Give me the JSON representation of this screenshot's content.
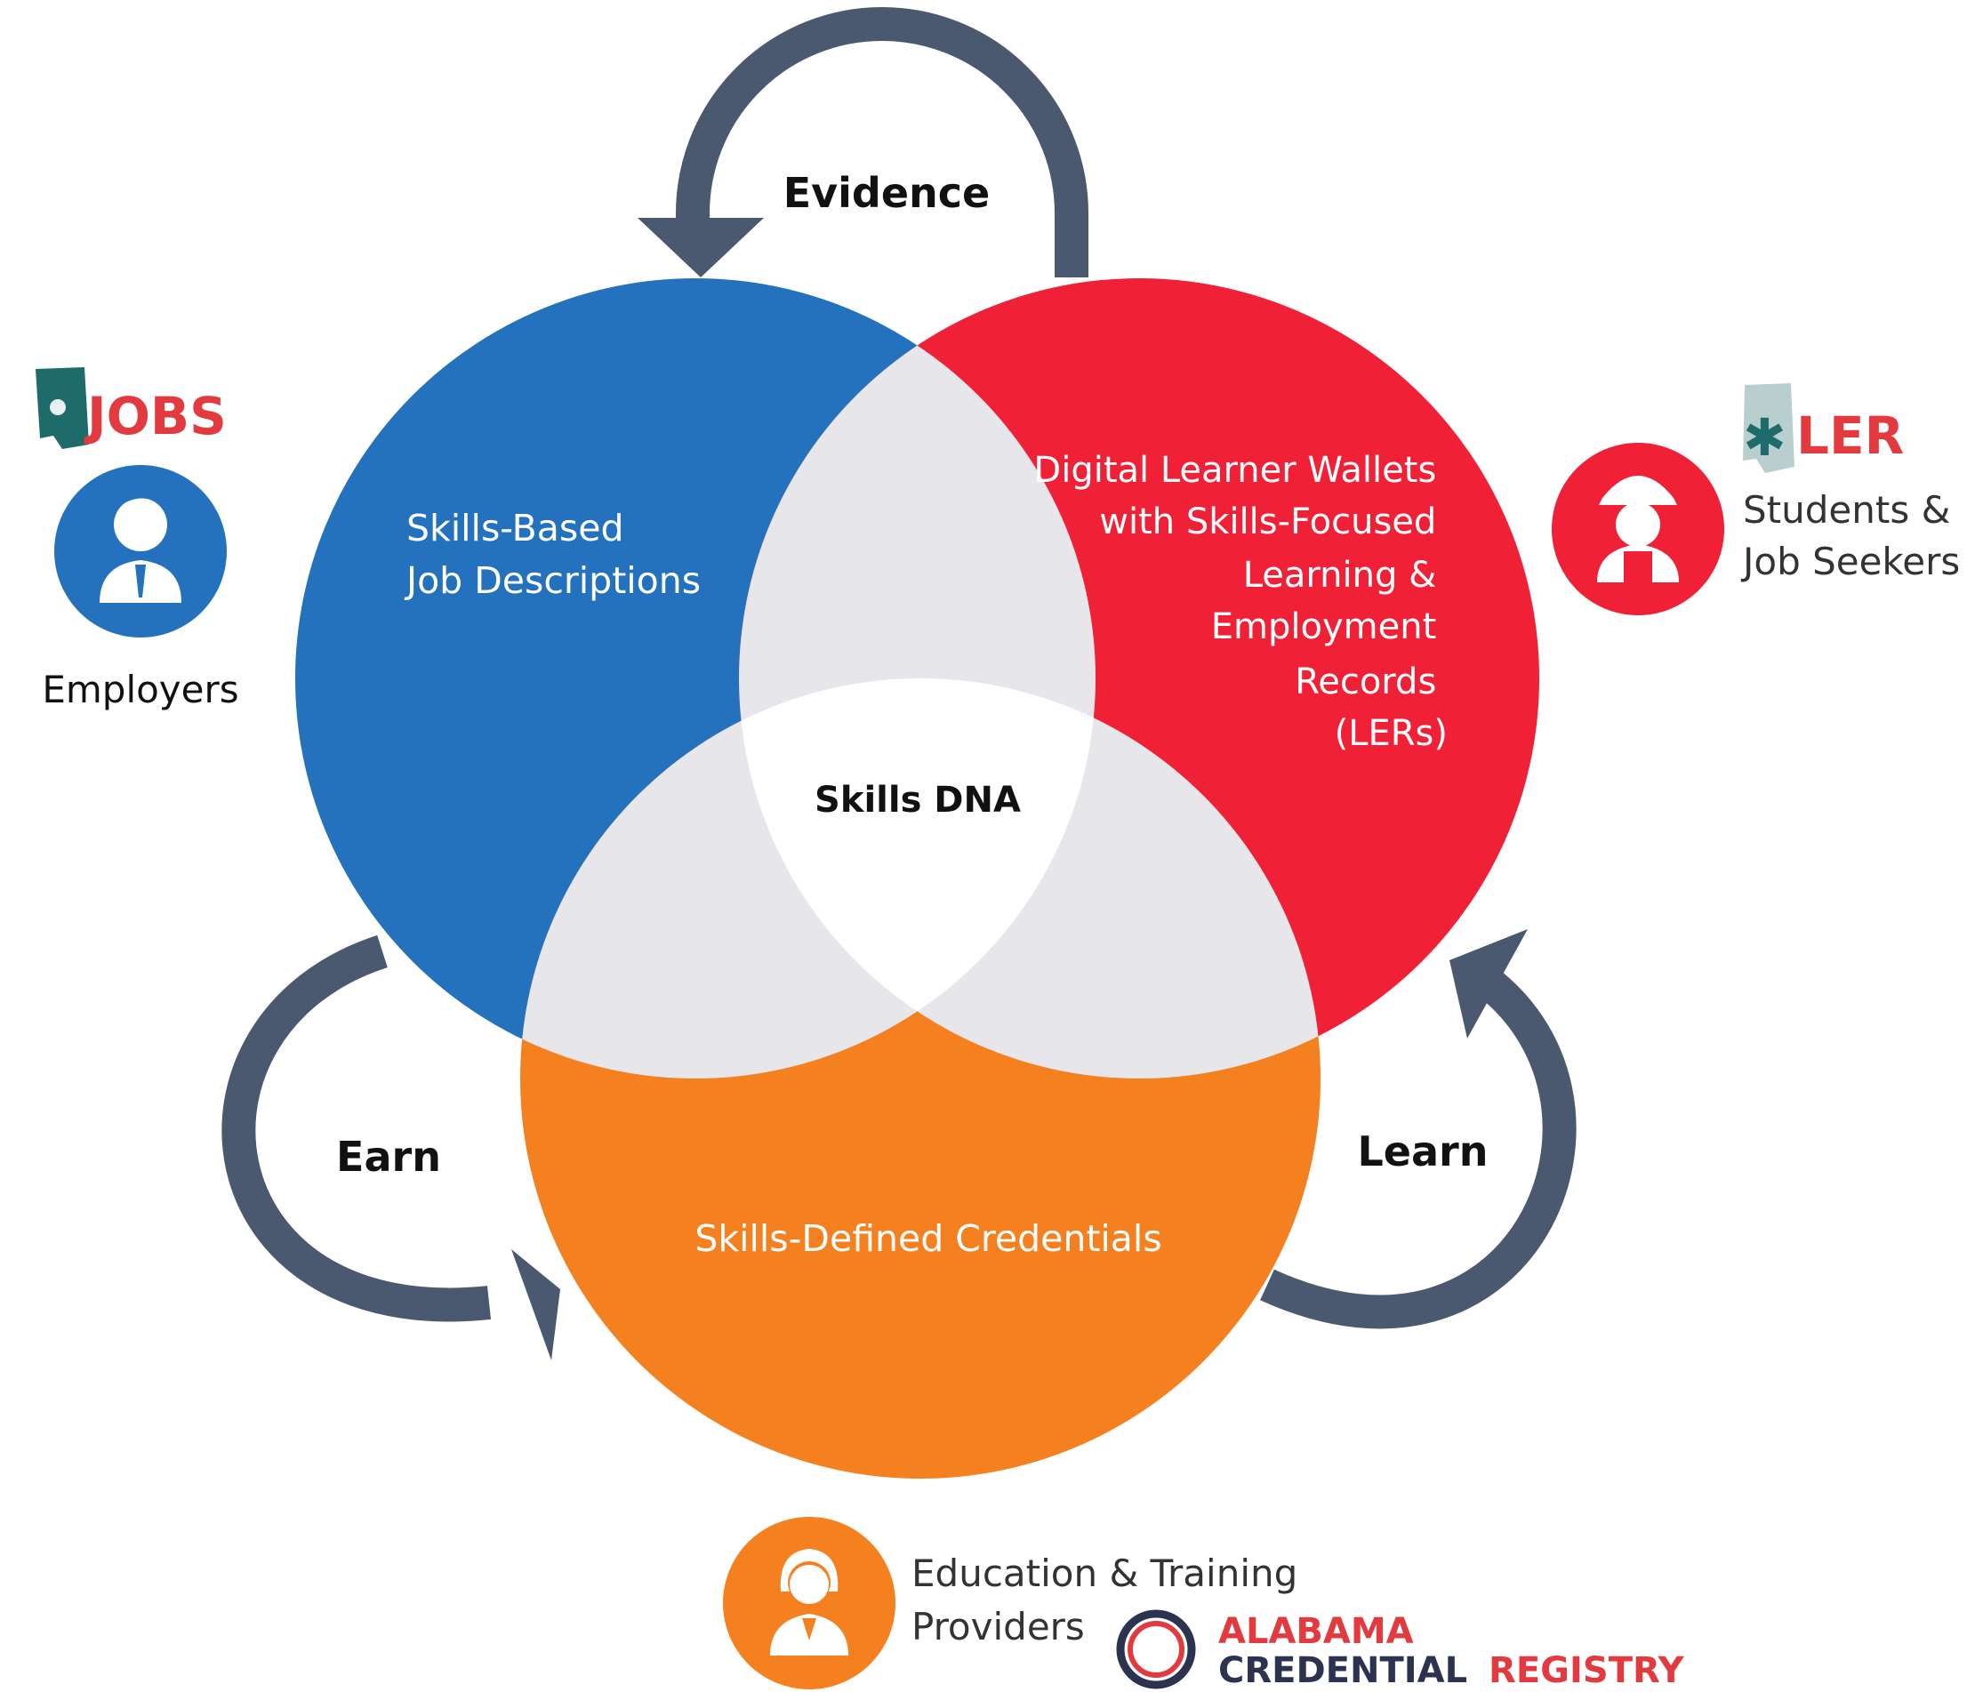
{
  "colors": {
    "blue": "#2471bd",
    "red": "#f02037",
    "orange": "#f48020",
    "overlap": "#e6e6eb",
    "center": "#ffffff",
    "arrow": "#4a5870",
    "teal": "#1e6b6b",
    "brand_red": "#e23a3f",
    "dark_text": "#111111",
    "gray_text": "#333333"
  },
  "venn": {
    "blue_label": [
      "Skills-Based",
      "Job Descriptions"
    ],
    "red_label": [
      "Digital Learner Wallets",
      "with Skills-Focused",
      "Learning &",
      "Employment",
      "Records",
      "(LERs)"
    ],
    "orange_label": "Skills-Defined Credentials",
    "center_label": "Skills DNA"
  },
  "cycle": {
    "top": "Evidence",
    "left": "Earn",
    "right": "Learn"
  },
  "stakeholders": {
    "employers": {
      "logo_text": "JOBS",
      "label": "Employers",
      "icon": "businessman-icon"
    },
    "students": {
      "logo_text": "LER",
      "label": [
        "Students &",
        "Job Seekers"
      ],
      "icon": "worker-hardhat-icon"
    },
    "providers": {
      "label": [
        "Education & Training",
        "Providers"
      ],
      "icon": "woman-professional-icon",
      "registry_line1": "ALABAMA",
      "registry_line2a": "CREDENTIAL",
      "registry_line2b": "REGISTRY"
    }
  }
}
